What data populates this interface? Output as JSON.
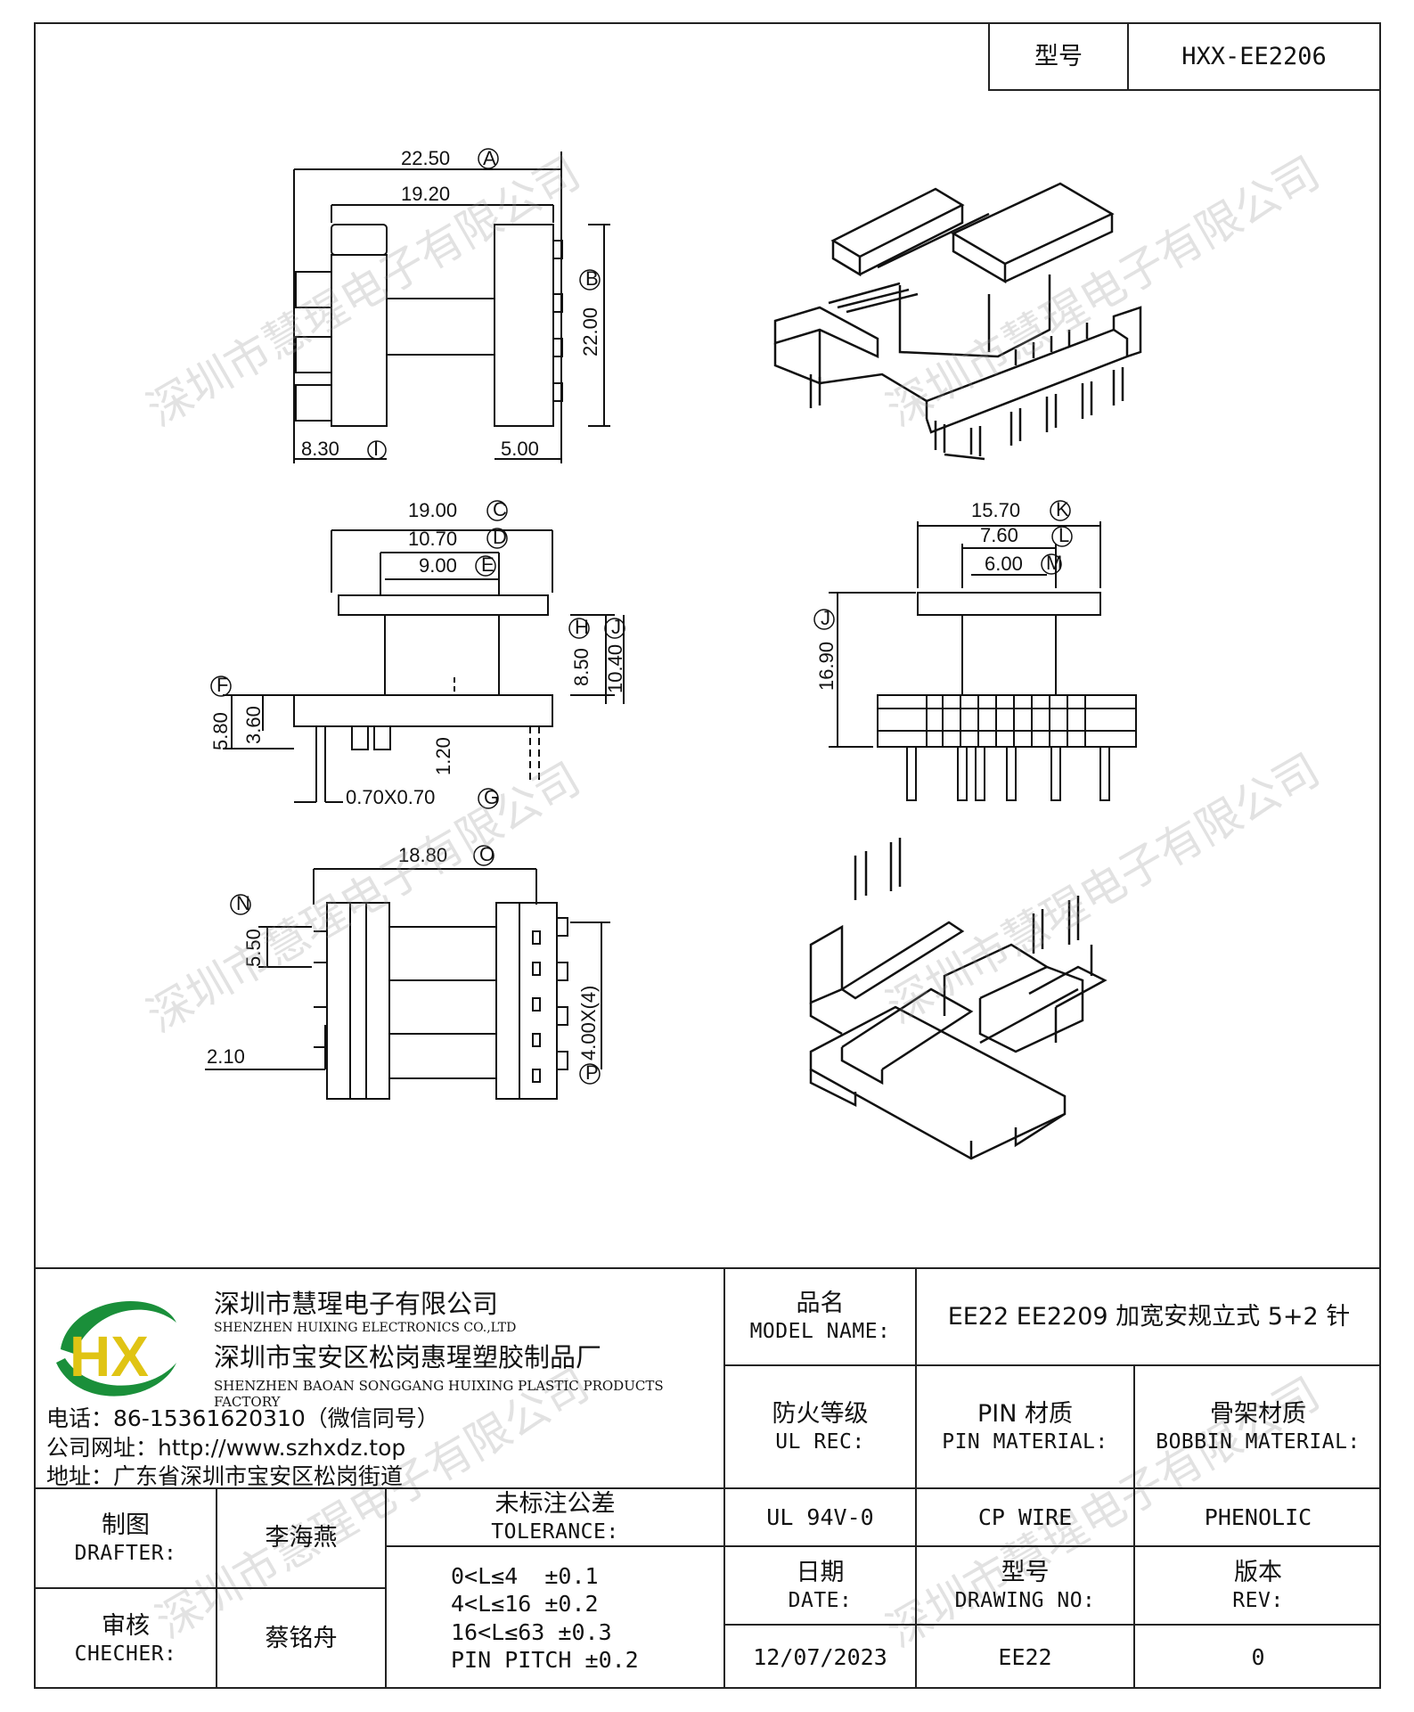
{
  "header": {
    "label": "型号",
    "value": "HXX-EE2206"
  },
  "dimensions": {
    "top_view": {
      "A": "22.50",
      "a_label": "A",
      "inner": "19.20",
      "B": "22.00",
      "b_label": "B",
      "I": "8.30",
      "i_label": "I",
      "right": "5.00"
    },
    "side_view": {
      "C": "19.00",
      "c_label": "C",
      "D": "10.70",
      "d_label": "D",
      "E": "9.00",
      "e_label": "E",
      "H": "8.50",
      "h_label": "H",
      "J": "10.40",
      "j_label": "J",
      "F": "5.80",
      "f_label": "F",
      "f2": "3.60",
      "mid": "1.20",
      "G": "0.70X0.70",
      "g_label": "G"
    },
    "front_view": {
      "K": "15.70",
      "k_label": "K",
      "L": "7.60",
      "l_label": "L",
      "M": "6.00",
      "m_label": "M",
      "height": "16.90",
      "height_label": "J"
    },
    "bottom_view": {
      "O": "18.80",
      "o_label": "O",
      "N": "5.50",
      "n_label": "N",
      "left": "2.10",
      "P": "4.00X(4)",
      "p_label": "P"
    }
  },
  "watermark": "深圳市慧瑆电子有限公司",
  "company": {
    "logo_letters": "HX",
    "name1": "深圳市慧瑆电子有限公司",
    "name1_en": "SHENZHEN HUIXING ELECTRONICS CO.,LTD",
    "name2": "深圳市宝安区松岗惠瑆塑胶制品厂",
    "name2_en": "SHENZHEN BAOAN SONGGANG HUIXING PLASTIC PRODUCTS FACTORY",
    "phone": "电话：86-15361620310（微信同号）",
    "website": "公司网址：http://www.szhxdz.top",
    "address": "地址：广东省深圳市宝安区松岗街道"
  },
  "model_name": {
    "cn": "品名",
    "en": "MODEL NAME:",
    "value": "EE22 EE2209 加宽安规立式 5+2 针"
  },
  "ul_rec": {
    "cn": "防火等级",
    "en": "UL REC:",
    "value": "UL 94V-0"
  },
  "pin_material": {
    "cn": "PIN 材质",
    "en": "PIN MATERIAL:",
    "value": "CP WIRE"
  },
  "bobbin_material": {
    "cn": "骨架材质",
    "en": "BOBBIN MATERIAL:",
    "value": "PHENOLIC"
  },
  "drafter": {
    "cn": "制图",
    "en": "DRAFTER:",
    "value": "李海燕"
  },
  "checker": {
    "cn": "审核",
    "en": "CHECHER:",
    "value": "蔡铭舟"
  },
  "tolerance": {
    "cn": "未标注公差",
    "en": "TOLERANCE:",
    "rows": [
      "0<L≤4  ±0.1",
      "4<L≤16 ±0.2",
      "16<L≤63 ±0.3",
      "PIN PITCH ±0.2"
    ]
  },
  "date": {
    "cn": "日期",
    "en": "DATE:",
    "value": "12/07/2023"
  },
  "drawing_no": {
    "cn": "型号",
    "en": "DRAWING NO:",
    "value": "EE22"
  },
  "rev": {
    "cn": "版本",
    "en": "REV:",
    "value": "0"
  }
}
